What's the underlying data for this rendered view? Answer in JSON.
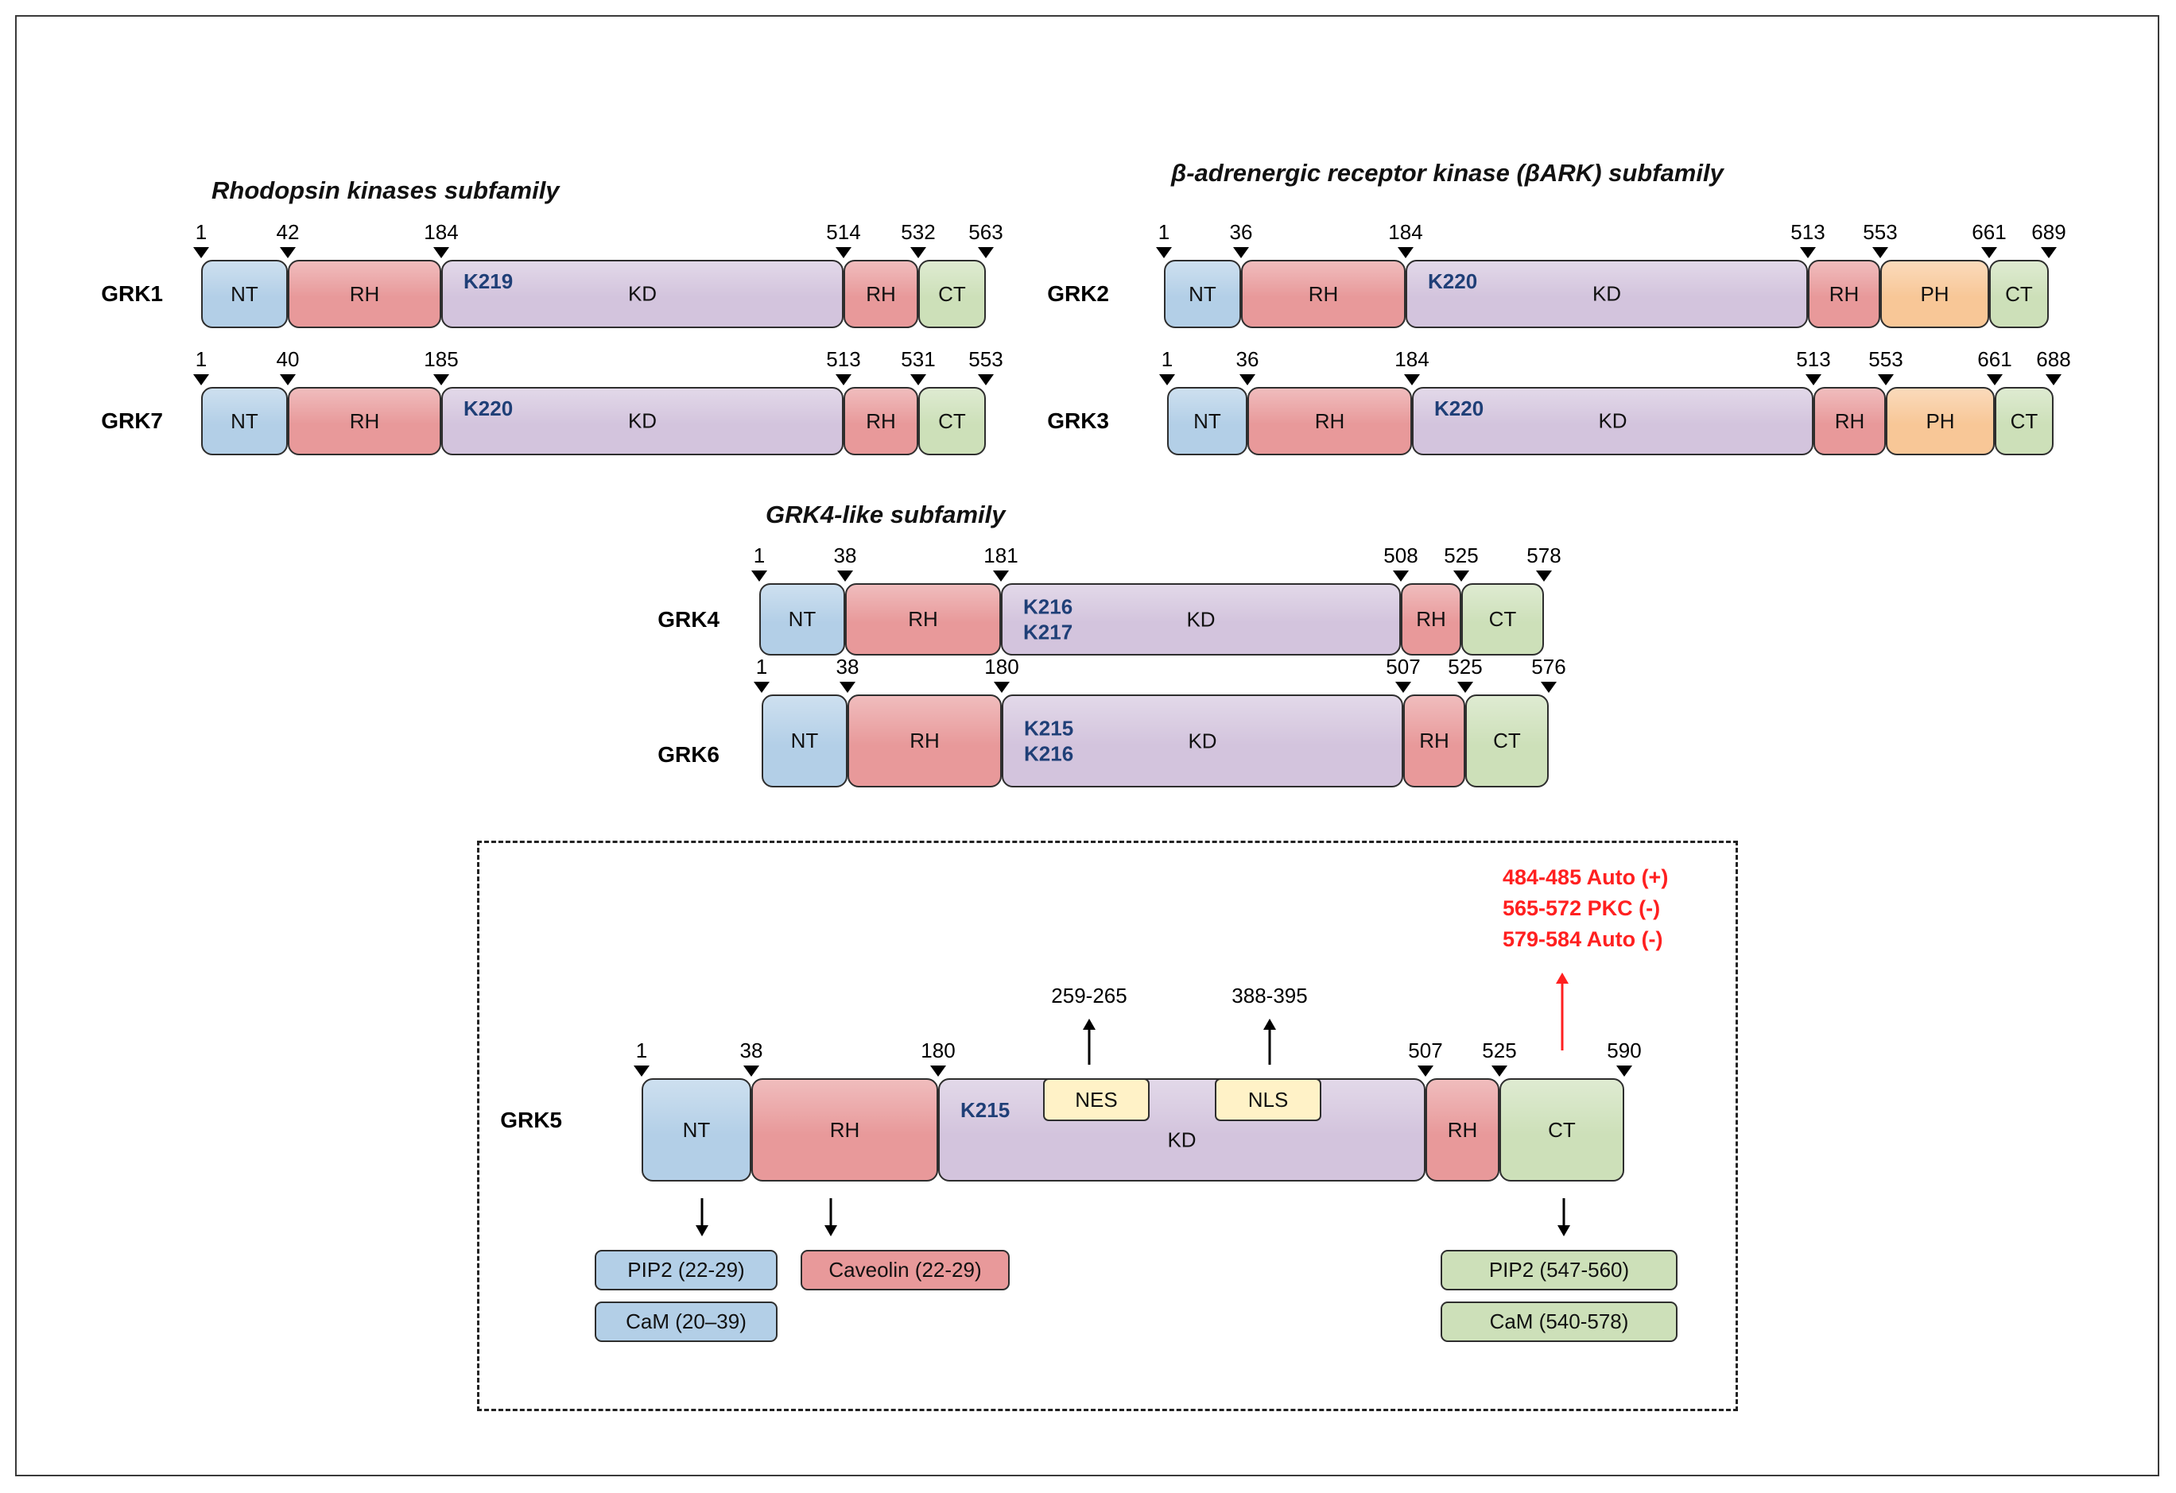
{
  "colors": {
    "NT": "#b3cfe7",
    "RH": "#e8999a",
    "KD": "#d3c4dd",
    "CT": "#cde0b9",
    "PH": "#f8c797",
    "NES": "#fff2c7",
    "NLS": "#fff2c7",
    "auto_text": "#ff2020",
    "lysine_text": "#1f3f77"
  },
  "titles": {
    "rhodopsin": "Rhodopsin kinases subfamily",
    "bark": "β-adrenergic receptor kinase (βARK) subfamily",
    "grk4like": "GRK4-like subfamily"
  },
  "kinases": [
    {
      "name": "GRK1",
      "domains": [
        "NT",
        "RH",
        "KD",
        "RH",
        "CT"
      ],
      "positions": [
        "1",
        "42",
        "184",
        "514",
        "532",
        "563"
      ],
      "lysines": [
        "K219"
      ]
    },
    {
      "name": "GRK7",
      "domains": [
        "NT",
        "RH",
        "KD",
        "RH",
        "CT"
      ],
      "positions": [
        "1",
        "40",
        "185",
        "513",
        "531",
        "553"
      ],
      "lysines": [
        "K220"
      ]
    },
    {
      "name": "GRK2",
      "domains": [
        "NT",
        "RH",
        "KD",
        "RH",
        "PH",
        "CT"
      ],
      "positions": [
        "1",
        "36",
        "184",
        "513",
        "553",
        "661",
        "689"
      ],
      "lysines": [
        "K220"
      ]
    },
    {
      "name": "GRK3",
      "domains": [
        "NT",
        "RH",
        "KD",
        "RH",
        "PH",
        "CT"
      ],
      "positions": [
        "1",
        "36",
        "184",
        "513",
        "553",
        "661",
        "688"
      ],
      "lysines": [
        "K220"
      ]
    },
    {
      "name": "GRK4",
      "domains": [
        "NT",
        "RH",
        "KD",
        "RH",
        "CT"
      ],
      "positions": [
        "1",
        "38",
        "181",
        "508",
        "525",
        "578"
      ],
      "lysines": [
        "K216",
        "K217"
      ]
    },
    {
      "name": "GRK6",
      "domains": [
        "NT",
        "RH",
        "KD",
        "RH",
        "CT"
      ],
      "positions": [
        "1",
        "38",
        "180",
        "507",
        "525",
        "576"
      ],
      "lysines": [
        "K215",
        "K216"
      ]
    },
    {
      "name": "GRK5",
      "domains": [
        "NT",
        "RH",
        "KD",
        "RH",
        "CT"
      ],
      "positions": [
        "1",
        "38",
        "180",
        "507",
        "525",
        "590"
      ],
      "lysines": [
        "K215"
      ]
    }
  ],
  "grk5": {
    "nes": {
      "label": "NES",
      "range": "259-265"
    },
    "nls": {
      "label": "NLS",
      "range": "388-395"
    },
    "autophosphorylation": [
      "484-485 Auto (+)",
      "565-572 PKC (-)",
      "579-584 Auto (-)"
    ],
    "nt_binding": [
      "PIP2 (22-29)",
      "CaM (20–39)"
    ],
    "rh_binding": [
      "Caveolin (22-29)"
    ],
    "ct_binding": [
      "PIP2 (547-560)",
      "CaM (540-578)"
    ]
  }
}
